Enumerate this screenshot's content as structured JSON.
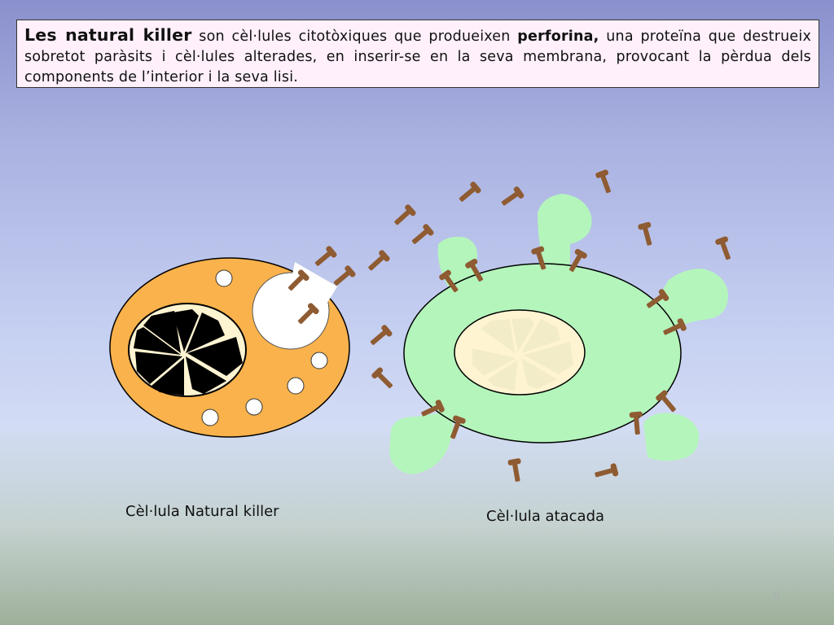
{
  "description": {
    "lead": "Les natural killer",
    "text_a": " son cèl·lules citotòxiques que produeixen ",
    "highlight": "perforina,",
    "text_b": " una proteïna que destrueix sobretot paràsits i cèl·lules alterades, en inserir-se en la seva membrana, provocant la pèrdua dels components de l’interior i la seva lisi."
  },
  "labels": {
    "nk_cell": "Cèl·lula Natural killer",
    "attacked_cell": "Cèl·lula atacada"
  },
  "page_number": "9",
  "colors": {
    "nk_cytoplasm": "#f9b24c",
    "attacked_cytoplasm": "#b4f5bc",
    "perforin": "#8e5b32",
    "nucleus_chromatin": "#000000",
    "nucleus_background": "#fff4d2"
  },
  "icons": [
    "perforin-molecule",
    "nk-cell",
    "attacked-cell",
    "granule",
    "nucleus"
  ]
}
